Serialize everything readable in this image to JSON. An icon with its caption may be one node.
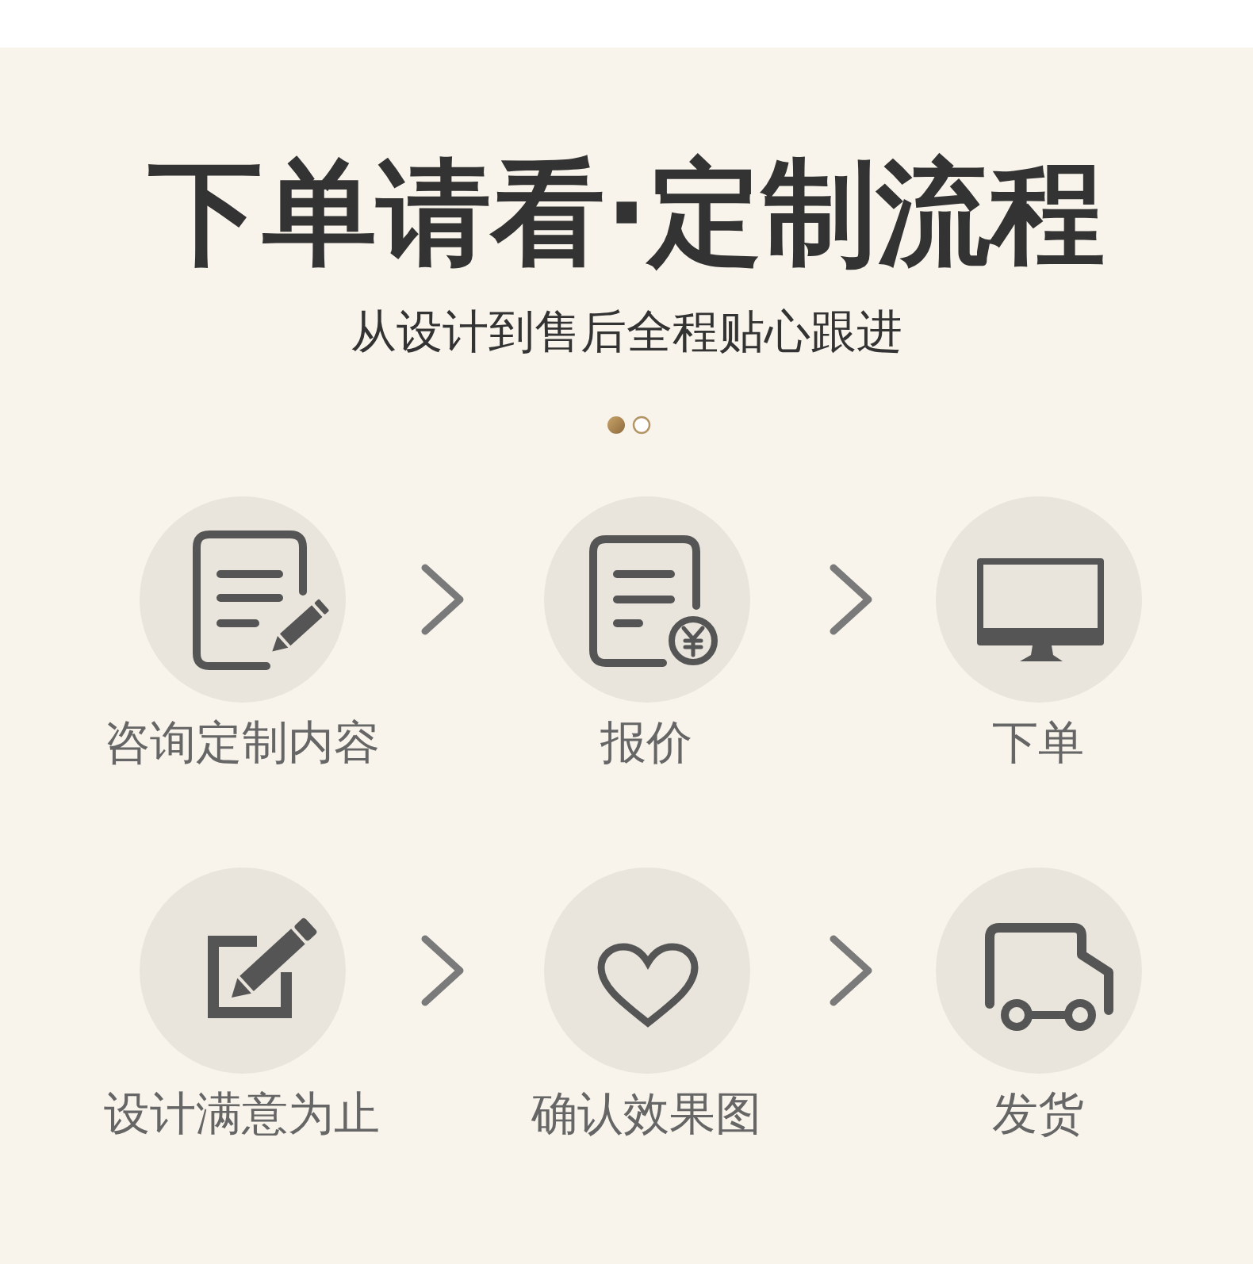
{
  "diagram": {
    "title": "下单请看·定制流程",
    "nodes": [
      {
        "text": [
          "咨询定制内容"
        ]
      },
      {
        "text": [
          "报价"
        ]
      },
      {
        "text": [
          "下单"
        ]
      },
      {
        "text": [
          "设计满意为止"
        ]
      },
      {
        "text": [
          "确认效果图"
        ]
      },
      {
        "text": [
          "发货"
        ]
      }
    ],
    "edges": [
      {
        "from": 0,
        "to": 1,
        "arrow": "to"
      },
      {
        "from": 1,
        "to": 2,
        "arrow": "to"
      },
      {
        "from": 3,
        "to": 4,
        "arrow": "to"
      },
      {
        "from": 4,
        "to": 5,
        "arrow": "to"
      }
    ],
    "labels": [
      "从设计到售后全程贴心跟进"
    ]
  }
}
